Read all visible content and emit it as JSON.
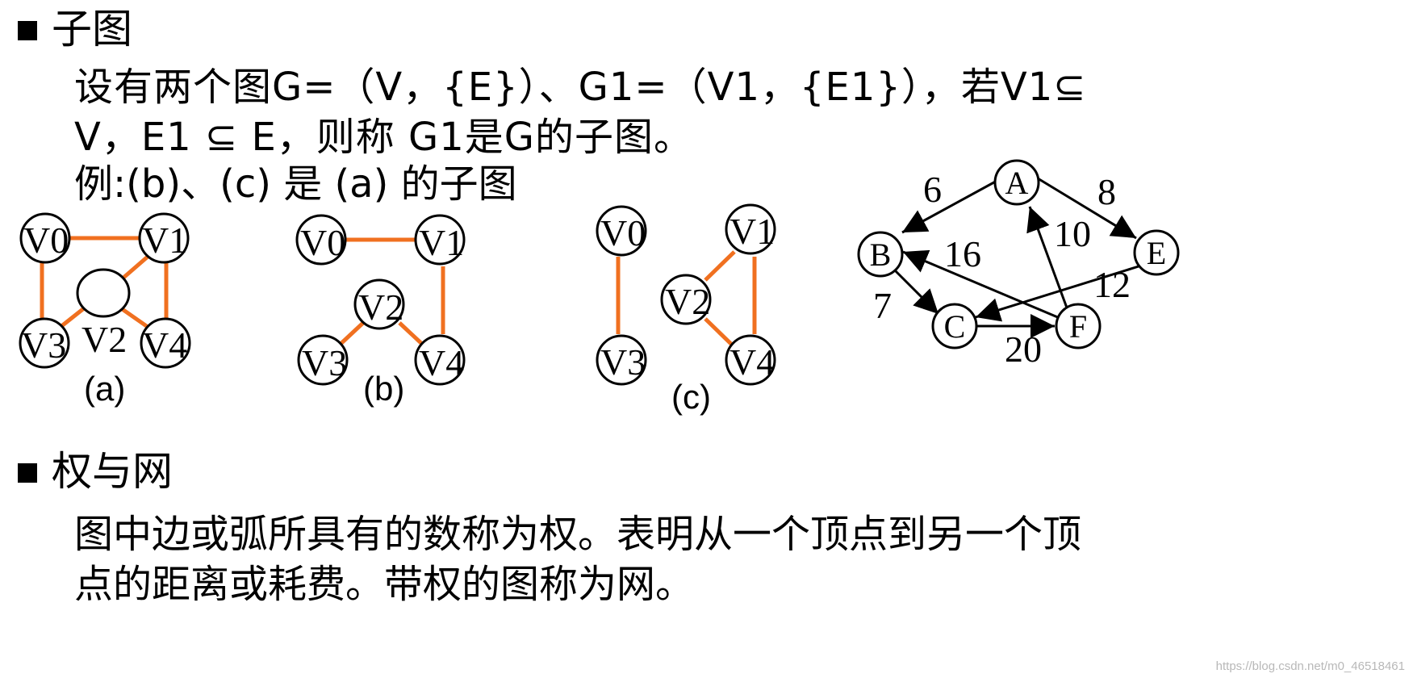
{
  "section1": {
    "title": "子图",
    "line1": "设有两个图G=（V，{E}）、G1=（V1，{E1}），若V1⊆",
    "line2": "V，E1 ⊆ E，则称 G1是G的子图。",
    "line3": "例:(b)、(c) 是 (a) 的子图"
  },
  "graphs": {
    "a": {
      "label": "(a)",
      "nodes": [
        "V0",
        "V1",
        "V2",
        "V3",
        "V4"
      ]
    },
    "b": {
      "label": "(b)",
      "nodes": [
        "V0",
        "V1",
        "V2",
        "V3",
        "V4"
      ]
    },
    "c": {
      "label": "(c)",
      "nodes": [
        "V0",
        "V1",
        "V2",
        "V3",
        "V4"
      ]
    },
    "network": {
      "nodes": [
        "A",
        "B",
        "C",
        "E",
        "F"
      ],
      "weights": [
        "6",
        "8",
        "10",
        "16",
        "12",
        "7",
        "20"
      ]
    }
  },
  "section2": {
    "title": "权与网",
    "line1": "图中边或弧所具有的数称为权。表明从一个顶点到另一个顶",
    "line2": "点的距离或耗费。带权的图称为网。"
  },
  "colors": {
    "edge": "#f07020",
    "text": "#000000",
    "background": "#ffffff"
  },
  "watermark": "https://blog.csdn.net/m0_46518461"
}
